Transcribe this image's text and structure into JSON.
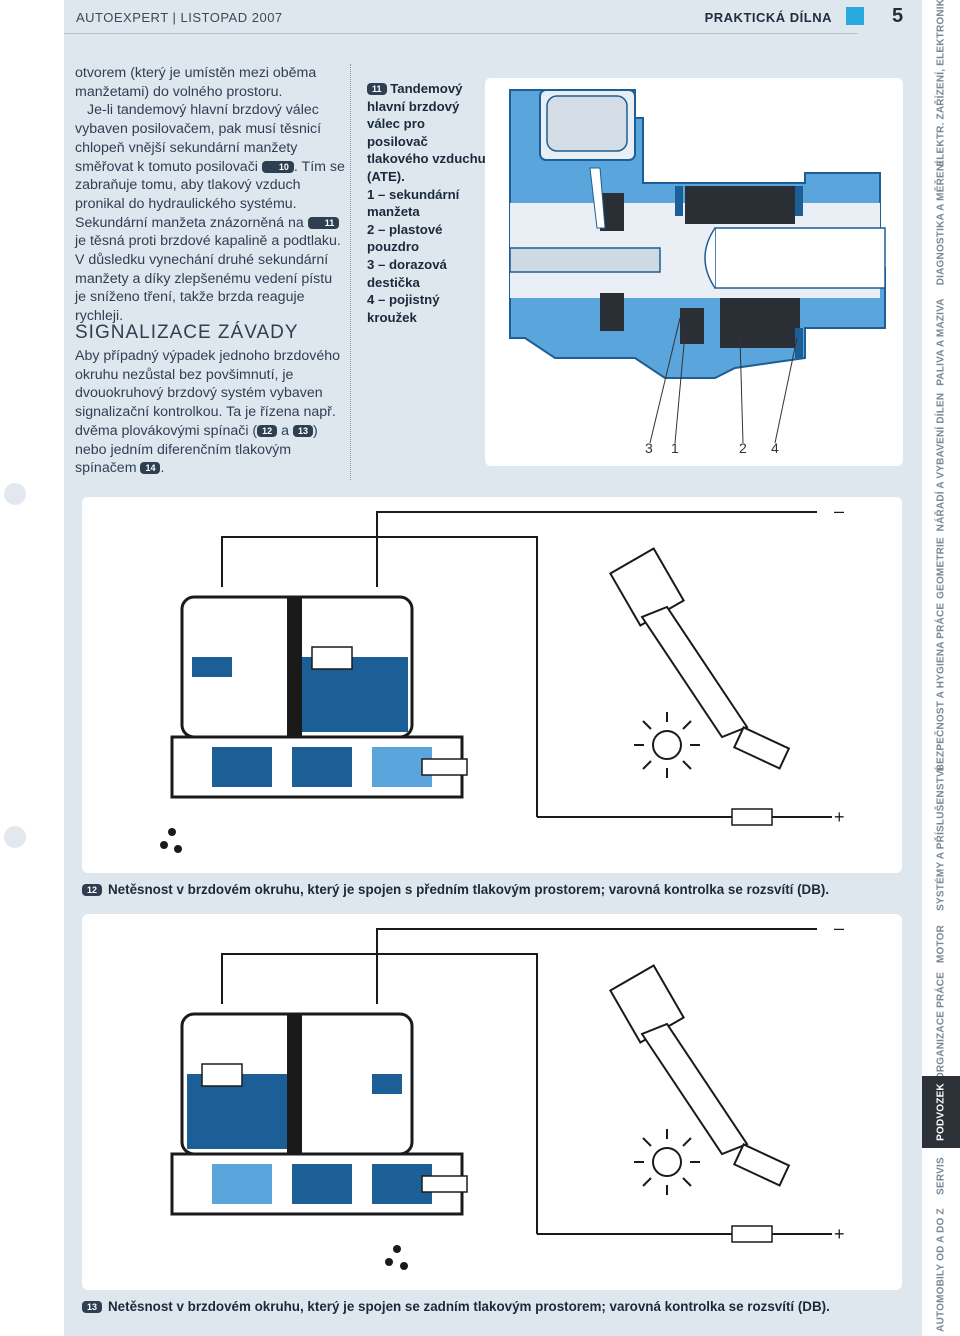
{
  "header": {
    "magazine": "AUTOEXPERT | LISTOPAD 2007",
    "section": "PRAKTICKÁ DÍLNA",
    "page_number": "5",
    "accent_color": "#29a9e0"
  },
  "article": {
    "para1": "otvorem (který je umístěn mezi oběma manžetami) do volného prostoru.",
    "para2_a": "Je-li tandemový hlavní brzdový válec vybaven posilovačem, pak musí těsnicí chlopeň vnější sekundární manžety směřovat k tomuto posilovači",
    "para2_b": ". Tím se zabraňuje tomu, aby tlakový vzduch pronikal do hydraulického systému. Sekundární manžeta znázorněná na",
    "para2_c": "je těsná proti brzdové kapalině a podtlaku. V důsledku vynechání druhé sekundární manžety a díky zlepšenému vedení pístu je sníženo tření, takže brzda reaguje rychleji.",
    "section_title": "SIGNALIZACE ZÁVADY",
    "para3_a": "Aby případný výpadek jednoho brzdového okruhu nezůstal bez povšimnutí, je dvouokruhový brzdový systém vybaven signalizační kontrolkou. Ta je řízena např. dvěma plovákovými spínači (",
    "para3_b": "a",
    "para3_c": ") nebo jedním diferenčním tlakovým spínačem",
    "para3_d": "."
  },
  "badges": {
    "b10": "10",
    "b11": "11",
    "b12": "12",
    "b13": "13",
    "b14": "14"
  },
  "figure11": {
    "badge": "11",
    "title": "Tandemový hlavní brzdový válec pro posilovač tlakového vzduchu (ATE).",
    "items": [
      "1 – sekundární manžeta",
      "2 – plastové pouzdro",
      "3 – dorazová destička",
      "4 – pojistný kroužek"
    ],
    "labels": [
      "3",
      "1",
      "2",
      "4"
    ]
  },
  "figure12": {
    "badge": "12",
    "caption": "Netěsnost v brzdovém okruhu, který je spojen s předním tlakovým prostorem; varovná kontrolka se rozsvítí (DB).",
    "minus": "–",
    "plus": "+"
  },
  "figure13": {
    "badge": "13",
    "caption": "Netěsnost v brzdovém okruhu, který je spojen se zadním tlakovým prostorem; varovná kontrolka se rozsvítí (DB).",
    "minus": "–",
    "plus": "+"
  },
  "sidebar": {
    "items": [
      "ELEKTR. ZAŘÍZENÍ, ELEKTRONIKA",
      "DIAGNOSTIKA A MĚŘENÍ",
      "PALIVA A MAZIVA",
      "NÁŘADÍ A VYBAVENÍ DÍLEN",
      "GEOMETRIE",
      "BEZPEČNOST A HYGIENA PRÁCE",
      "SYSTÉMY A PŘÍSLUŠENSTVÍ",
      "MOTOR",
      "ORGANIZACE PRÁCE",
      "PODVOZEK",
      "SERVIS",
      "AUTOMOBILY OD A DO Z"
    ],
    "active": "PODVOZEK"
  },
  "colors": {
    "diagram_blue": "#1c5f96",
    "diagram_light": "#5aa5dc",
    "diagram_dark": "#2a2f36"
  }
}
